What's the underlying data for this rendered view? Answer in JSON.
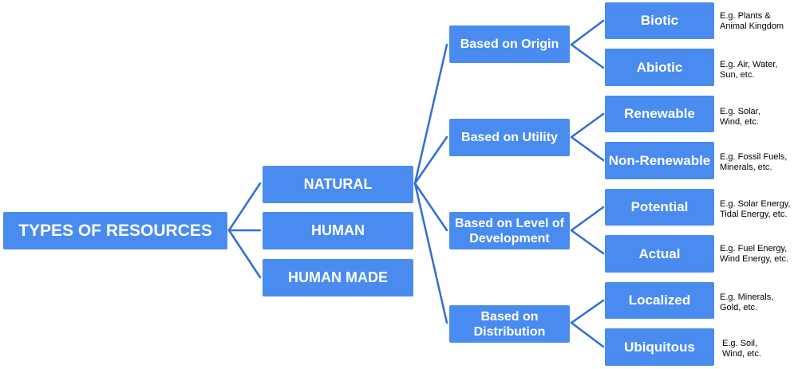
{
  "root": {
    "label": "TYPES OF RESOURCES"
  },
  "categories": [
    {
      "label": "NATURAL"
    },
    {
      "label": "HUMAN"
    },
    {
      "label": "HUMAN MADE"
    }
  ],
  "bases": [
    {
      "label": "Based on Origin"
    },
    {
      "label": "Based on Utility"
    },
    {
      "label": "Based on Level of Development"
    },
    {
      "label": "Based on Distribution"
    }
  ],
  "types": [
    {
      "label": "Biotic",
      "example": "E.g. Plants &\nAnimal Kingdom"
    },
    {
      "label": "Abiotic",
      "example": "E.g. Air, Water,\nSun, etc."
    },
    {
      "label": "Renewable",
      "example": "E.g. Solar,\nWind, etc."
    },
    {
      "label": "Non-Renewable",
      "example": "E.g. Fossil Fuels,\nMinerals, etc."
    },
    {
      "label": "Potential",
      "example": "E.g. Solar Energy,\nTidal Energy, etc."
    },
    {
      "label": "Actual",
      "example": "E.g. Fuel Energy,\nWind Energy, etc."
    },
    {
      "label": "Localized",
      "example": "E.g. Minerals,\nGold, etc."
    },
    {
      "label": "Ubiquitous",
      "example": "E.g. Soil,\nWind, etc."
    }
  ],
  "colors": {
    "box": "#4a8bf0",
    "connector": "#2f6fd6",
    "box_text": "#ffffff",
    "note_text": "#000000"
  }
}
